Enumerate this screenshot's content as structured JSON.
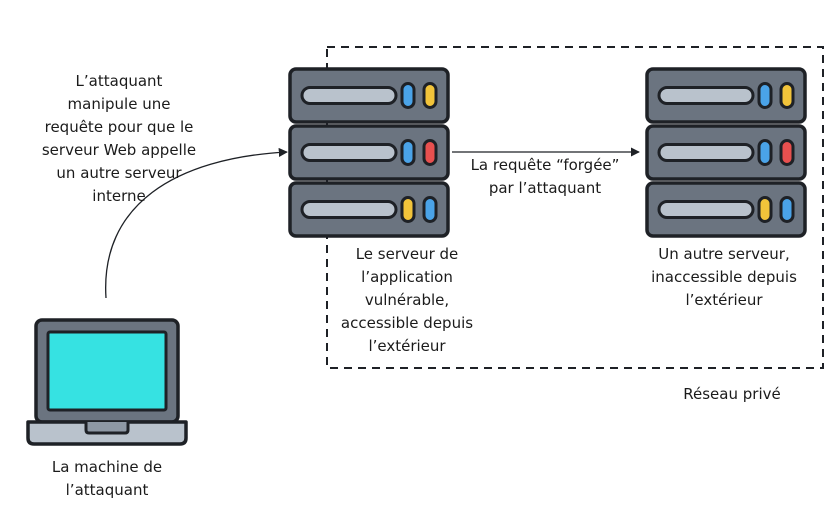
{
  "labels": {
    "attacker_note": "L’attaquant\nmanipule une\nrequête pour que le\nserveur Web appelle\nun autre serveur\ninterne",
    "forged_request": "La requête “forgée”\npar l’attaquant",
    "vulnerable_server": "Le serveur de\nl’application\nvulnérable,\naccessible depuis\nl’extérieur",
    "internal_server": "Un autre serveur,\ninaccessible depuis\nl’extérieur",
    "private_network": "Réseau privé",
    "attacker_machine": "La machine de\nl’attaquant"
  },
  "colors": {
    "outline": "#1e2126",
    "server_body": "#6b7480",
    "server_slot": "#b9c2cc",
    "led_blue": "#4aa3e8",
    "led_yellow": "#f2c43a",
    "led_red": "#e8504f",
    "laptop_frame": "#6b7480",
    "laptop_screen": "#36e2e2",
    "laptop_base": "#b9c2cc"
  },
  "servers": [
    {
      "name": "vulnerable-server",
      "leds": [
        [
          "blue",
          "yellow"
        ],
        [
          "blue",
          "red"
        ],
        [
          "yellow",
          "blue"
        ]
      ]
    },
    {
      "name": "internal-server",
      "leds": [
        [
          "blue",
          "yellow"
        ],
        [
          "blue",
          "red"
        ],
        [
          "yellow",
          "blue"
        ]
      ]
    }
  ]
}
